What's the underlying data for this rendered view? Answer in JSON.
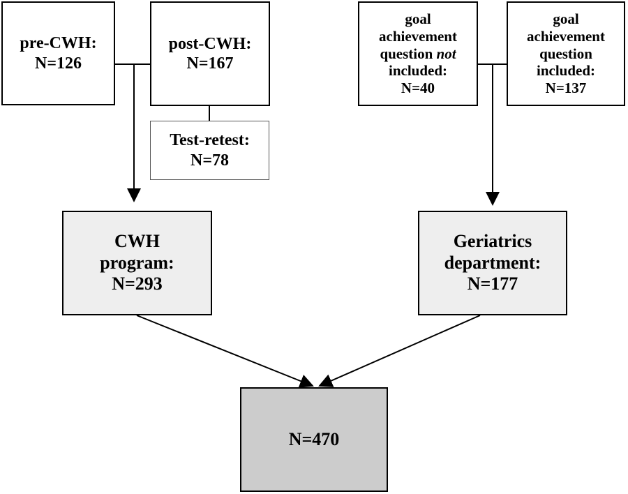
{
  "boxes": {
    "pre_cwh": {
      "label": "pre-CWH:",
      "count": "N=126"
    },
    "post_cwh": {
      "label": "post-CWH:",
      "count": "N=167"
    },
    "test_retest": {
      "label": "Test-retest:",
      "count": "N=78"
    },
    "goal_not_included": {
      "line1": "goal",
      "line2": "achievement",
      "line3_a": "question ",
      "line3_b": "not",
      "line4": "included:",
      "count": "N=40"
    },
    "goal_included": {
      "line1": "goal",
      "line2": "achievement",
      "line3": "question",
      "line4": "included:",
      "count": "N=137"
    },
    "cwh_program": {
      "line1": "CWH",
      "line2": "program:",
      "count": "N=293"
    },
    "geriatrics": {
      "line1": "Geriatrics",
      "line2": "department:",
      "count": "N=177"
    },
    "total": {
      "count": "N=470"
    }
  },
  "colors": {
    "border": "#000000",
    "light_fill": "#eeeeee",
    "dark_fill": "#cccccc"
  }
}
